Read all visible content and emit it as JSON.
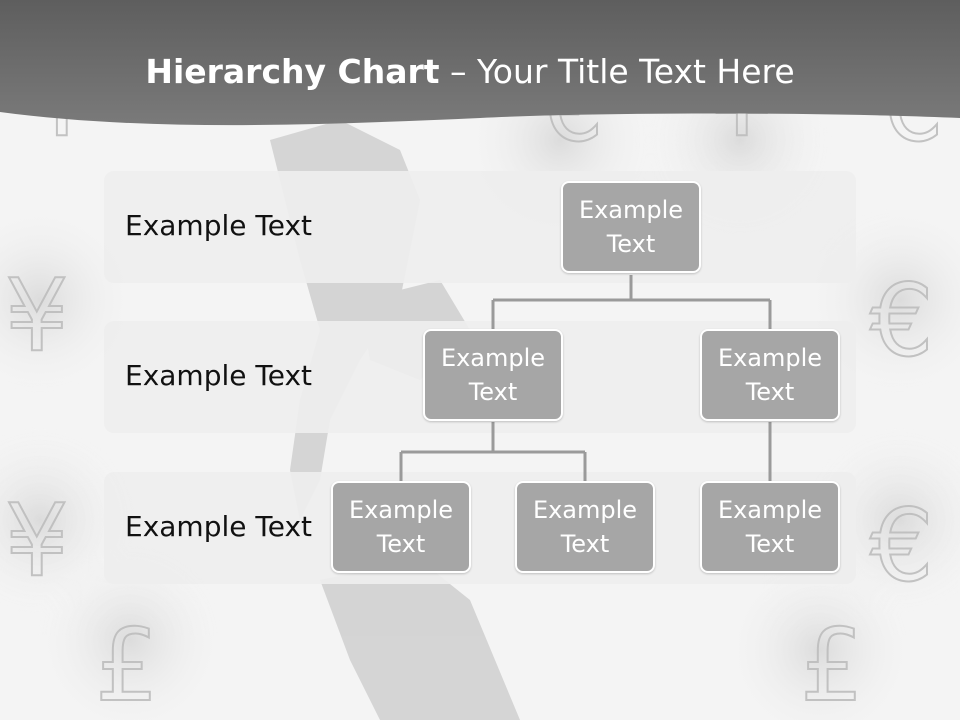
{
  "slide": {
    "title_bold": "Hierarchy Chart",
    "title_rest": " – Your Title Text Here"
  },
  "bands": [
    {
      "label": "Example Text"
    },
    {
      "label": "Example Text"
    },
    {
      "label": "Example Text"
    }
  ],
  "nodes": {
    "root": "Example Text",
    "level2_left": "Example Text",
    "level2_right": "Example Text",
    "level3_a": "Example Text",
    "level3_b": "Example Text",
    "level3_c": "Example Text"
  },
  "colors": {
    "header": "#6a6a6a",
    "node_fill": "#a6a6a6",
    "connector": "#9a9a9a"
  },
  "background_icons": [
    "yen-icon",
    "euro-icon",
    "pound-icon"
  ]
}
